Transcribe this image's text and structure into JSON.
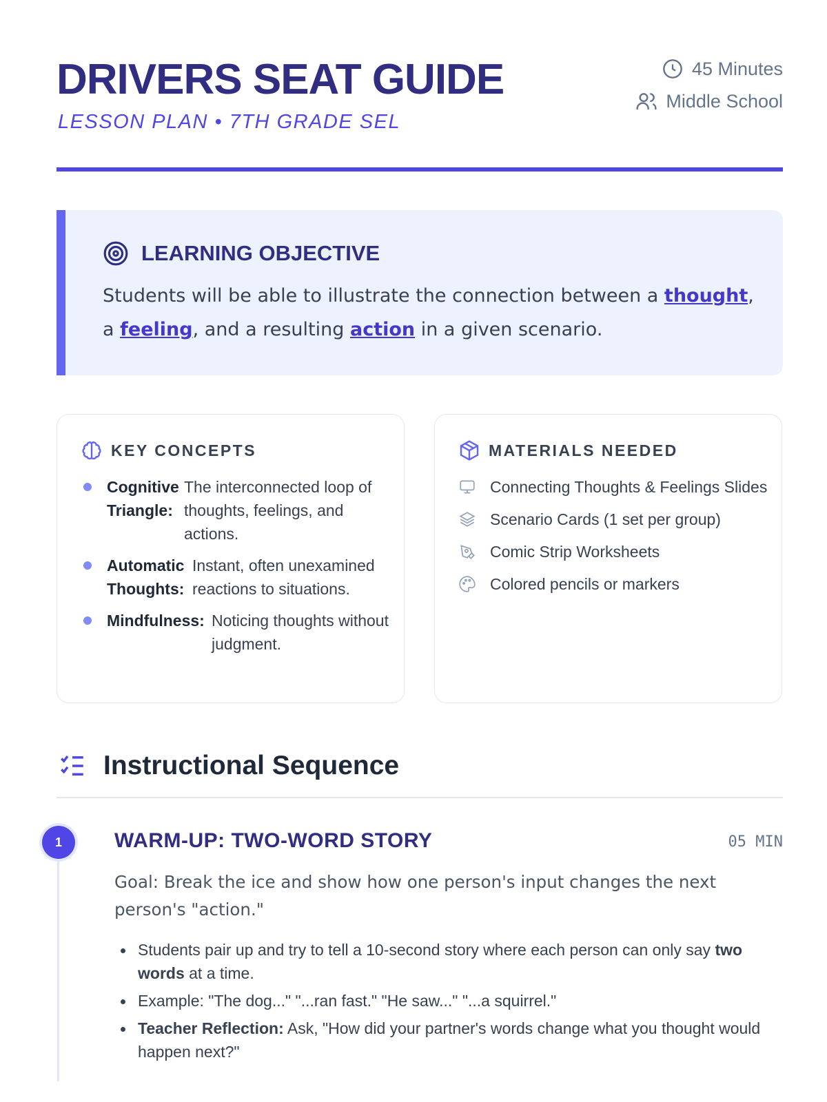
{
  "header": {
    "title": "DRIVERS SEAT GUIDE",
    "subtitle": "LESSON PLAN • 7TH GRADE SEL",
    "duration": "45 Minutes",
    "audience": "Middle School"
  },
  "objective": {
    "heading": "LEARNING OBJECTIVE",
    "text_before": "Students will be able to illustrate the connection between a ",
    "term1": "thought",
    "sep1": ", a ",
    "term2": "feeling",
    "sep2": ", and a resulting ",
    "term3": "action",
    "text_after": " in a given scenario."
  },
  "key_concepts": {
    "heading": "KEY CONCEPTS",
    "items": [
      {
        "term": "Cognitive Triangle:",
        "desc": "The interconnected loop of thoughts, feelings, and actions."
      },
      {
        "term": "Automatic Thoughts:",
        "desc": "Instant, often unexamined reactions to situations."
      },
      {
        "term": "Mindfulness:",
        "desc": "Noticing thoughts without judgment."
      }
    ]
  },
  "materials": {
    "heading": "MATERIALS NEEDED",
    "items": [
      {
        "icon": "monitor-icon",
        "label": "Connecting Thoughts & Feelings Slides"
      },
      {
        "icon": "layers-icon",
        "label": "Scenario Cards (1 set per group)"
      },
      {
        "icon": "pen-tool-icon",
        "label": "Comic Strip Worksheets"
      },
      {
        "icon": "palette-icon",
        "label": "Colored pencils or markers"
      }
    ]
  },
  "sequence": {
    "heading": "Instructional Sequence",
    "steps": [
      {
        "number": "1",
        "title": "WARM-UP: TWO-WORD STORY",
        "duration": "05 MIN",
        "goal": "Goal: Break the ice and show how one person's input changes the next person's \"action.\"",
        "b1_pre": "Students pair up and try to tell a 10-second story where each person can only say ",
        "b1_bold": "two words",
        "b1_post": " at a time.",
        "b2": "Example: \"The dog...\" \"...ran fast.\" \"He saw...\" \"...a squirrel.\"",
        "b3_bold": "Teacher Reflection:",
        "b3_post": " Ask, \"How did your partner's words change what you thought would happen next?\""
      }
    ]
  },
  "colors": {
    "accent": "#4f46e5",
    "navy": "#312e81",
    "tint": "#eef2ff"
  }
}
